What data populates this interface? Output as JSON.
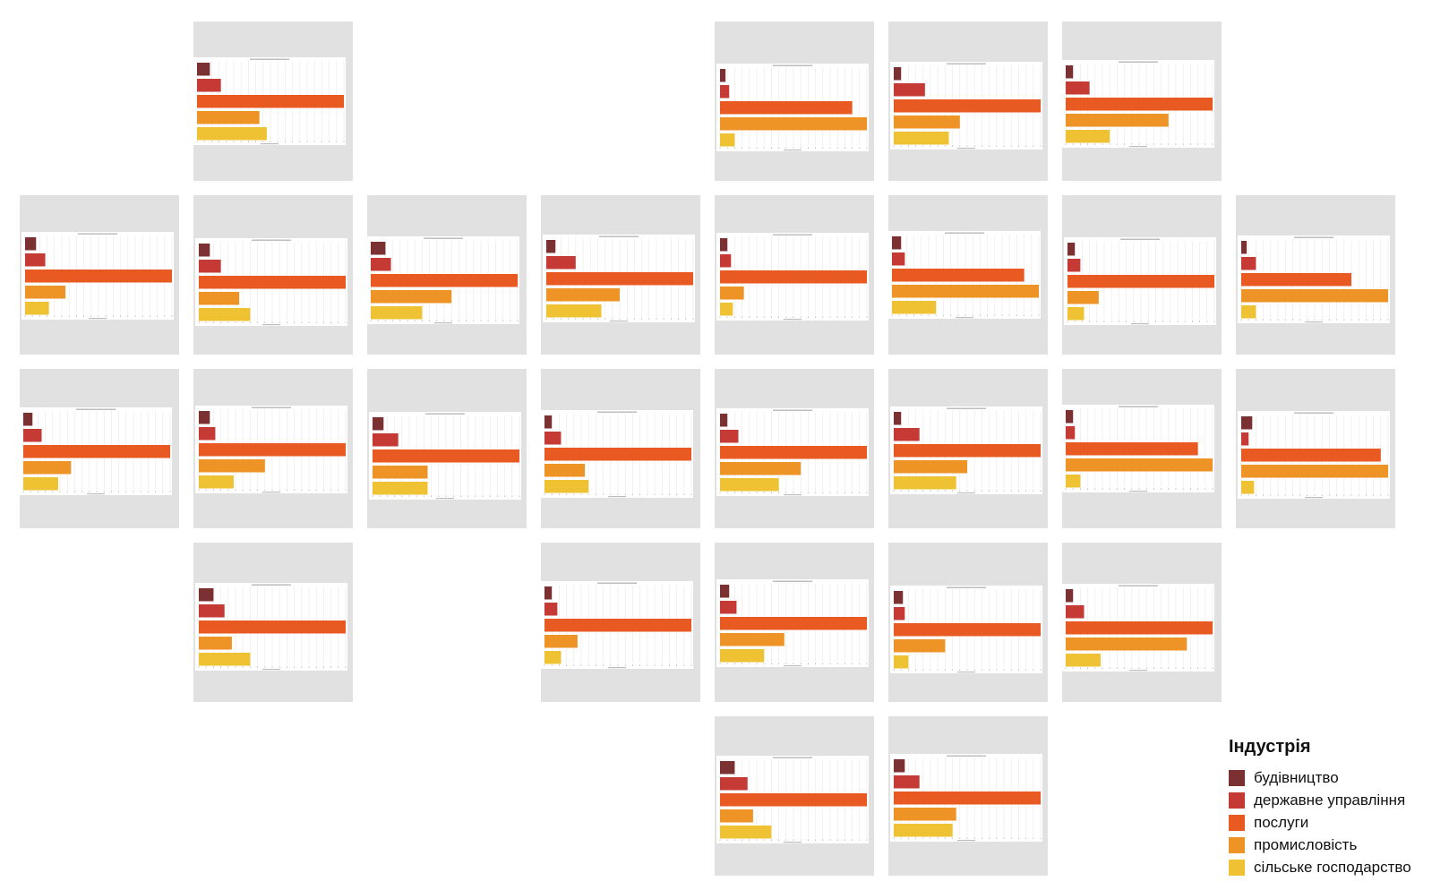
{
  "legend": {
    "title": "Індустрія",
    "items": [
      {
        "label": "будівництво",
        "color": "#7b3131"
      },
      {
        "label": "державне управління",
        "color": "#c63a36"
      },
      {
        "label": "послуги",
        "color": "#e85a21"
      },
      {
        "label": "промисловість",
        "color": "#ee9326"
      },
      {
        "label": "сільське господарство",
        "color": "#eec232"
      }
    ]
  },
  "chart_data": {
    "type": "bar",
    "orientation": "horizontal",
    "layout": "tile-grid-map",
    "xlim": [
      0,
      40
    ],
    "grid": true,
    "categories": [
      "будівництво",
      "державне управління",
      "послуги",
      "промисловість",
      "сільське господарство"
    ],
    "colors": [
      "#7b3131",
      "#c63a36",
      "#e85a21",
      "#ee9326",
      "#eec232"
    ],
    "tiles": [
      {
        "row": 0,
        "col": 1,
        "values": [
          3.5,
          6.5,
          40,
          17,
          19
        ]
      },
      {
        "row": 0,
        "col": 4,
        "values": [
          1.5,
          2.5,
          36,
          40,
          4
        ]
      },
      {
        "row": 0,
        "col": 5,
        "values": [
          2,
          8.5,
          40,
          18,
          15
        ]
      },
      {
        "row": 0,
        "col": 6,
        "values": [
          2,
          6.5,
          40,
          28,
          12
        ]
      },
      {
        "row": 1,
        "col": 0,
        "values": [
          3,
          5.5,
          40,
          11,
          6.5
        ]
      },
      {
        "row": 1,
        "col": 1,
        "values": [
          3,
          6,
          40,
          11,
          14
        ]
      },
      {
        "row": 1,
        "col": 2,
        "values": [
          4,
          5.5,
          40,
          22,
          14
        ]
      },
      {
        "row": 1,
        "col": 3,
        "values": [
          2.5,
          8,
          40,
          20,
          15
        ]
      },
      {
        "row": 1,
        "col": 4,
        "values": [
          2,
          3,
          40,
          6.5,
          3.5
        ]
      },
      {
        "row": 1,
        "col": 5,
        "values": [
          2.5,
          3.5,
          36,
          40,
          12
        ]
      },
      {
        "row": 1,
        "col": 6,
        "values": [
          2,
          3.5,
          40,
          8.5,
          4.5
        ]
      },
      {
        "row": 1,
        "col": 7,
        "values": [
          1.5,
          4,
          30,
          40,
          4
        ]
      },
      {
        "row": 2,
        "col": 0,
        "values": [
          2.5,
          5,
          40,
          13,
          9.5
        ]
      },
      {
        "row": 2,
        "col": 1,
        "values": [
          3,
          4.5,
          40,
          18,
          9.5
        ]
      },
      {
        "row": 2,
        "col": 2,
        "values": [
          3,
          7,
          40,
          15,
          15
        ]
      },
      {
        "row": 2,
        "col": 3,
        "values": [
          2,
          4.5,
          40,
          11,
          12
        ]
      },
      {
        "row": 2,
        "col": 4,
        "values": [
          2,
          5,
          40,
          22,
          16
        ]
      },
      {
        "row": 2,
        "col": 5,
        "values": [
          2,
          7,
          40,
          20,
          17
        ]
      },
      {
        "row": 2,
        "col": 6,
        "values": [
          2,
          2.5,
          36,
          40,
          4
        ]
      },
      {
        "row": 2,
        "col": 7,
        "values": [
          3,
          2,
          38,
          40,
          3.5
        ]
      },
      {
        "row": 3,
        "col": 1,
        "values": [
          4,
          7,
          40,
          9,
          14
        ]
      },
      {
        "row": 3,
        "col": 3,
        "values": [
          2,
          3.5,
          40,
          9,
          4.5
        ]
      },
      {
        "row": 3,
        "col": 4,
        "values": [
          2.5,
          4.5,
          40,
          17.5,
          12
        ]
      },
      {
        "row": 3,
        "col": 5,
        "values": [
          2.5,
          3,
          40,
          14,
          4
        ]
      },
      {
        "row": 3,
        "col": 6,
        "values": [
          2,
          5,
          40,
          33,
          9.5
        ]
      },
      {
        "row": 4,
        "col": 4,
        "values": [
          4,
          7.5,
          40,
          9,
          14
        ]
      },
      {
        "row": 4,
        "col": 5,
        "values": [
          3,
          7,
          40,
          17,
          16
        ]
      }
    ]
  }
}
